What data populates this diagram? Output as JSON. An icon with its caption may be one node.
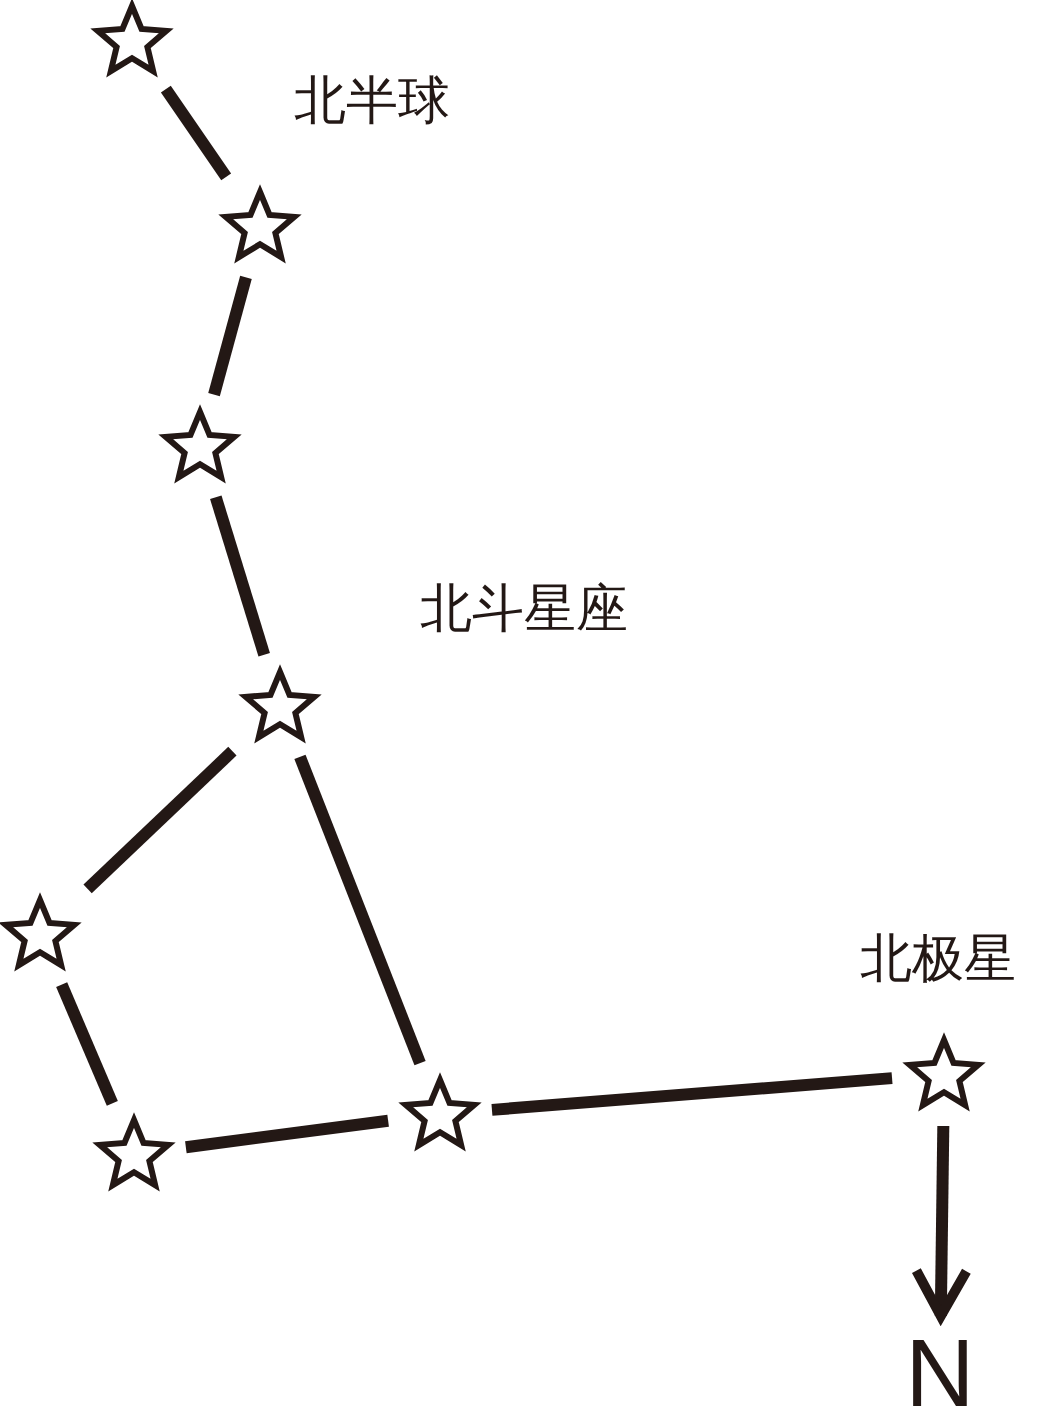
{
  "diagram": {
    "nodes": [
      {
        "text": [],
        "shape": "star"
      },
      {
        "text": [],
        "shape": "star"
      },
      {
        "text": [],
        "shape": "star"
      },
      {
        "text": [],
        "shape": "star"
      },
      {
        "text": [],
        "shape": "star"
      },
      {
        "text": [],
        "shape": "star"
      },
      {
        "text": [],
        "shape": "star"
      },
      {
        "text": [],
        "shape": "star",
        "beside": [
          "北极星"
        ]
      },
      {
        "text": [
          "N"
        ]
      }
    ],
    "edges": [
      {
        "from": 0,
        "to": 1,
        "arrow": "none"
      },
      {
        "from": 1,
        "to": 2,
        "arrow": "none"
      },
      {
        "from": 2,
        "to": 3,
        "arrow": "none"
      },
      {
        "from": 3,
        "to": 4,
        "arrow": "none"
      },
      {
        "from": 4,
        "to": 5,
        "arrow": "none"
      },
      {
        "from": 5,
        "to": 6,
        "arrow": "none"
      },
      {
        "from": 3,
        "to": 6,
        "arrow": "none"
      },
      {
        "from": 6,
        "to": 7,
        "arrow": "none"
      },
      {
        "from": 7,
        "to": 8,
        "arrow": "to"
      }
    ],
    "labels": [
      "北半球",
      "北斗星座"
    ]
  }
}
